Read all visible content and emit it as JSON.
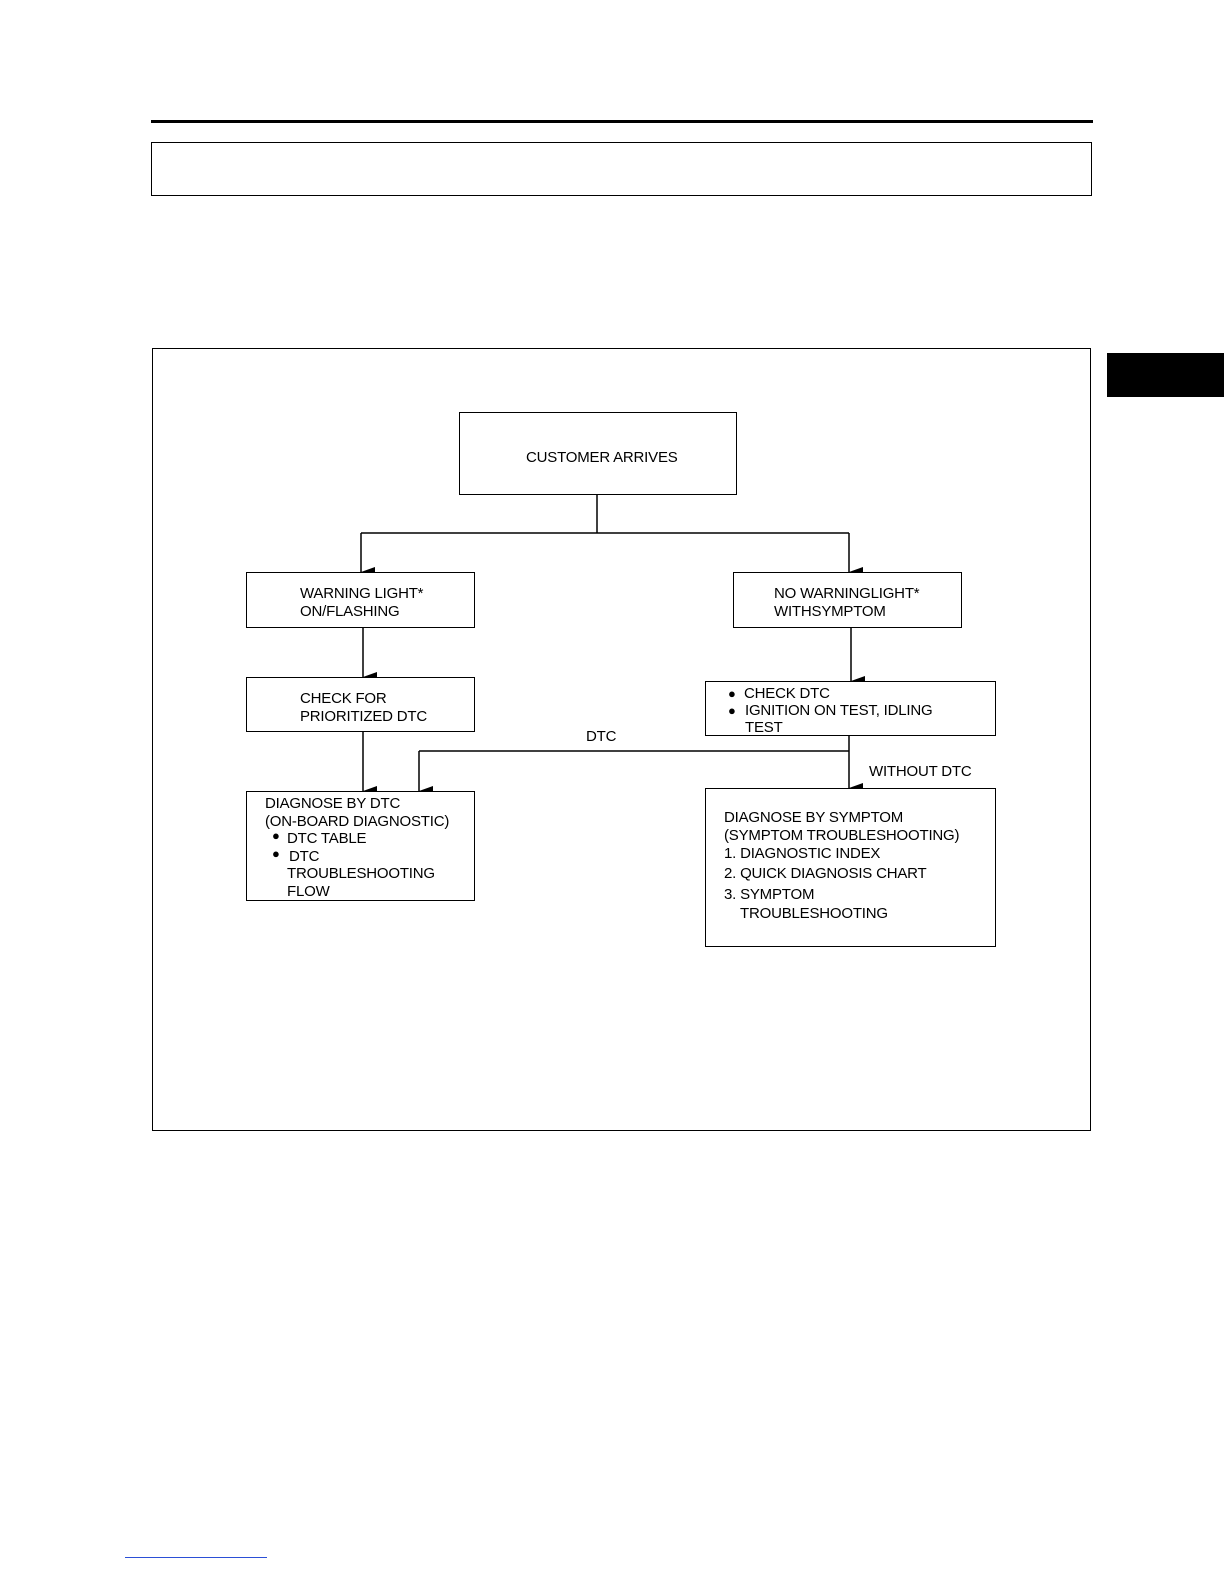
{
  "nodes": {
    "start": {
      "text": "CUSTOMER ARRIVES"
    },
    "warning_light": {
      "lines": [
        "WARNING LIGHT*",
        "ON/FLASHING"
      ]
    },
    "no_warning_light": {
      "lines": [
        "NO WARNINGLIGHT*",
        "WITHSYMPTOM"
      ]
    },
    "check_prioritized": {
      "lines": [
        "CHECK FOR",
        "PRIORITIZED DTC"
      ]
    },
    "check_dtc": {
      "bullets": [
        "CHECK DTC",
        "IGNITION ON TEST, IDLING"
      ],
      "continuation": "TEST"
    },
    "diagnose_dtc": {
      "lines": [
        "DIAGNOSE BY DTC",
        "(ON-BOARD DIAGNOSTIC)"
      ],
      "bullets": [
        "DTC TABLE",
        "DTC"
      ],
      "continuation": [
        "TROUBLESHOOTING",
        "FLOW"
      ]
    },
    "diagnose_symptom": {
      "lines": [
        "DIAGNOSE BY SYMPTOM",
        "(SYMPTOM TROUBLESHOOTING)"
      ],
      "items": [
        "1. DIAGNOSTIC INDEX",
        "2. QUICK DIAGNOSIS CHART",
        "3. SYMPTOM"
      ],
      "continuation": "TROUBLESHOOTING"
    }
  },
  "edge_labels": {
    "dtc": "DTC",
    "without_dtc": "WITHOUT DTC"
  },
  "bullet_glyph": "●"
}
